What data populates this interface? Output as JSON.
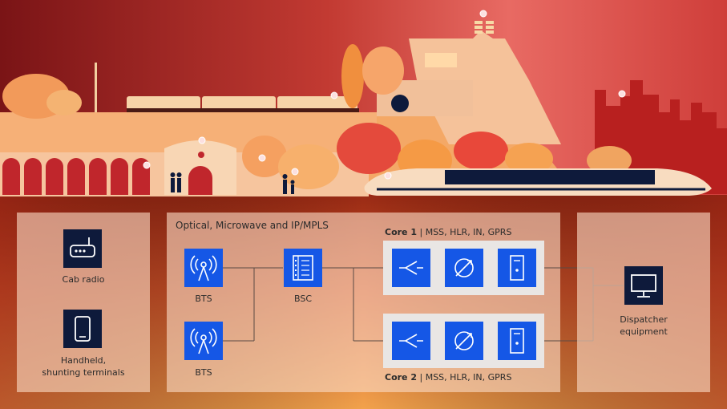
{
  "left_panel": {
    "cab_radio": "Cab radio",
    "handheld": "Handheld,\nshunting terminals"
  },
  "network": {
    "title": "Optical, Microwave and IP/MPLS",
    "bts_top": "BTS",
    "bts_bottom": "BTS",
    "bsc": "BSC"
  },
  "core1": {
    "name": "Core 1",
    "detail": " | MSS, HLR, IN, GPRS"
  },
  "core2": {
    "name": "Core 2",
    "detail": " | MSS, HLR, IN, GPRS"
  },
  "right_panel": {
    "dispatcher": "Dispatcher\nequipment"
  },
  "colors": {
    "node_blue": "#1557e6",
    "node_navy": "#0e1a3b",
    "accent_red": "#c0262c"
  },
  "icons": [
    "radio-icon",
    "handheld-icon",
    "antenna-icon",
    "bsc-rack-icon",
    "switch-cross-icon",
    "sync-arrows-icon",
    "server-icon",
    "monitor-icon"
  ]
}
